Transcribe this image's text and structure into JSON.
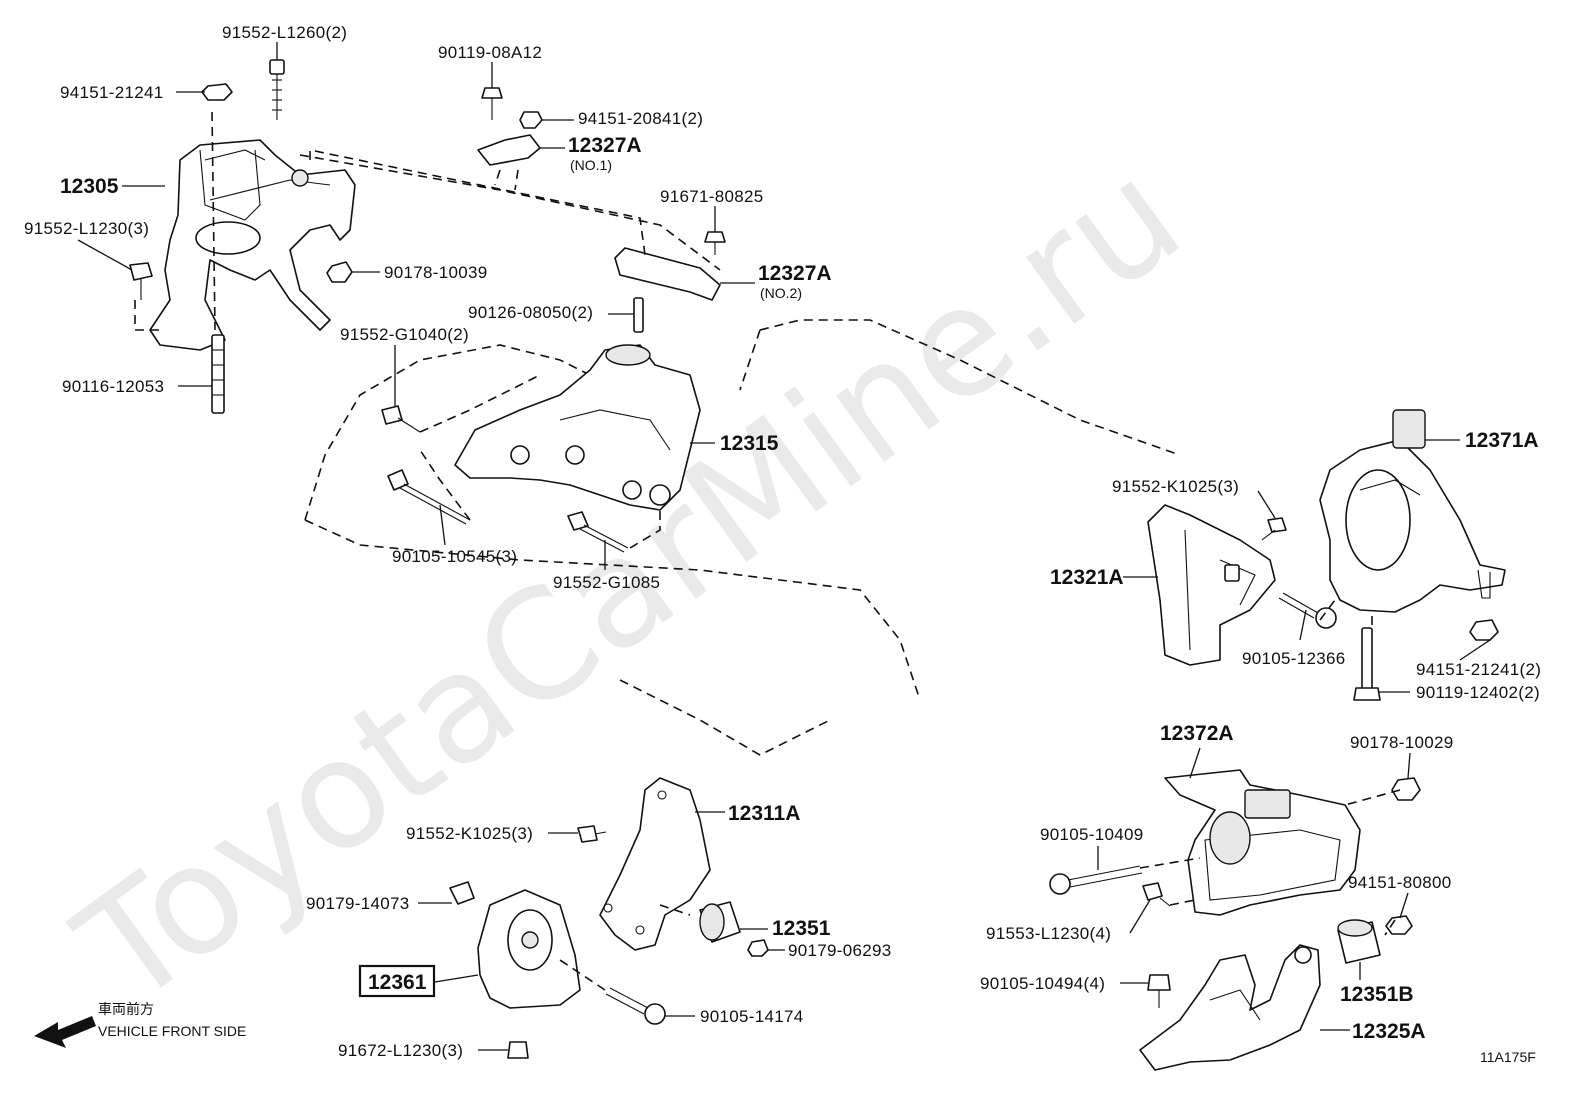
{
  "watermark": "ToyotaCarMine.ru",
  "figure_code": "11A175F",
  "direction": {
    "jp": "車両前方",
    "en": "VEHICLE FRONT SIDE"
  },
  "parts": {
    "p12305": "12305",
    "p12315": "12315",
    "p12327A_1": "12327A",
    "p12327A_1_sub": "(NO.1)",
    "p12327A_2": "12327A",
    "p12327A_2_sub": "(NO.2)",
    "p12371A": "12371A",
    "p12321A": "12321A",
    "p12372A": "12372A",
    "p12311A": "12311A",
    "p12351": "12351",
    "p12361": "12361",
    "p12351B": "12351B",
    "p12325A": "12325A"
  },
  "fasteners": {
    "f91552_L1260": "91552-L1260(2)",
    "f94151_21241": "94151-21241",
    "f90119_08A12": "90119-08A12",
    "f94151_20841": "94151-20841(2)",
    "f91552_L1230": "91552-L1230(3)",
    "f90178_10039": "90178-10039",
    "f91671_80825": "91671-80825",
    "f90126_08050": "90126-08050(2)",
    "f91552_G1040": "91552-G1040(2)",
    "f90116_12053": "90116-12053",
    "f90105_10545": "90105-10545(3)",
    "f91552_G1085": "91552-G1085",
    "f91552_K1025_r": "91552-K1025(3)",
    "f90105_12366": "90105-12366",
    "f94151_21241_2": "94151-21241(2)",
    "f90119_12402": "90119-12402(2)",
    "f90178_10029": "90178-10029",
    "f90105_10409": "90105-10409",
    "f94151_80800": "94151-80800",
    "f91553_L1230": "91553-L1230(4)",
    "f90105_10494": "90105-10494(4)",
    "f91552_K1025_l": "91552-K1025(3)",
    "f90179_14073": "90179-14073",
    "f90179_06293": "90179-06293",
    "f90105_14174": "90105-14174",
    "f91672_L1230": "91672-L1230(3)"
  }
}
